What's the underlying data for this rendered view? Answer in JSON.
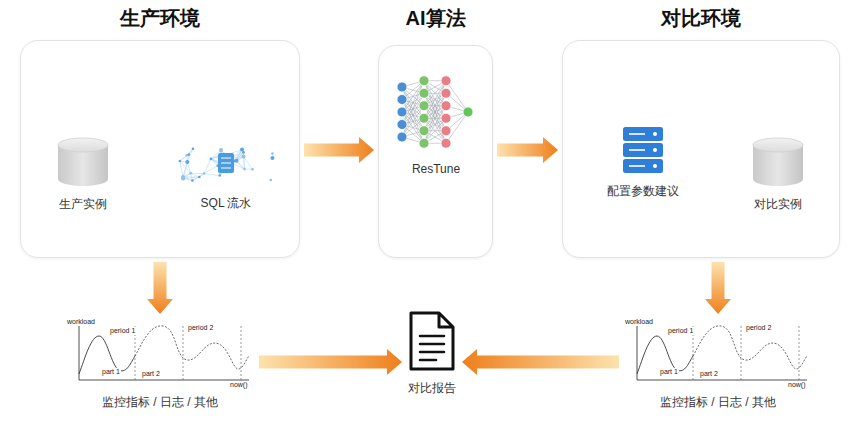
{
  "diagram": {
    "nodes": [
      {
        "text": [
          "生产环境"
        ]
      },
      {
        "text": [
          "生产实例"
        ],
        "in": 0
      },
      {
        "text": [
          "SQL 流水"
        ],
        "in": 0
      },
      {
        "text": [
          "AI算法"
        ]
      },
      {
        "text": [
          "ResTune"
        ],
        "in": 3
      },
      {
        "text": [
          "对比环境"
        ]
      },
      {
        "text": [
          "配置参数建议"
        ],
        "in": 5
      },
      {
        "text": [
          "对比实例"
        ],
        "in": 5
      },
      {
        "text": [
          "监控指标 / 日志 / 其他"
        ]
      },
      {
        "text": [
          "对比报告"
        ]
      },
      {
        "text": [
          "监控指标 / 日志 / 其他"
        ]
      }
    ],
    "edges": [
      {
        "from": 1,
        "to": 2,
        "arrow": "to"
      },
      {
        "from": 0,
        "to": 3,
        "arrow": "to"
      },
      {
        "from": 3,
        "to": 5,
        "arrow": "to"
      },
      {
        "from": 6,
        "to": 7,
        "arrow": "to"
      },
      {
        "from": 0,
        "to": 8,
        "arrow": "to"
      },
      {
        "from": 5,
        "to": 10,
        "arrow": "to"
      },
      {
        "from": 8,
        "to": 9,
        "arrow": "to"
      },
      {
        "from": 10,
        "to": 9,
        "arrow": "to"
      }
    ],
    "labels": [
      "workload",
      "period 1",
      "part 1",
      "part 2",
      "period 2",
      "now()",
      "workload",
      "period 1",
      "part 1",
      "part 2",
      "period 2",
      "now()"
    ]
  }
}
